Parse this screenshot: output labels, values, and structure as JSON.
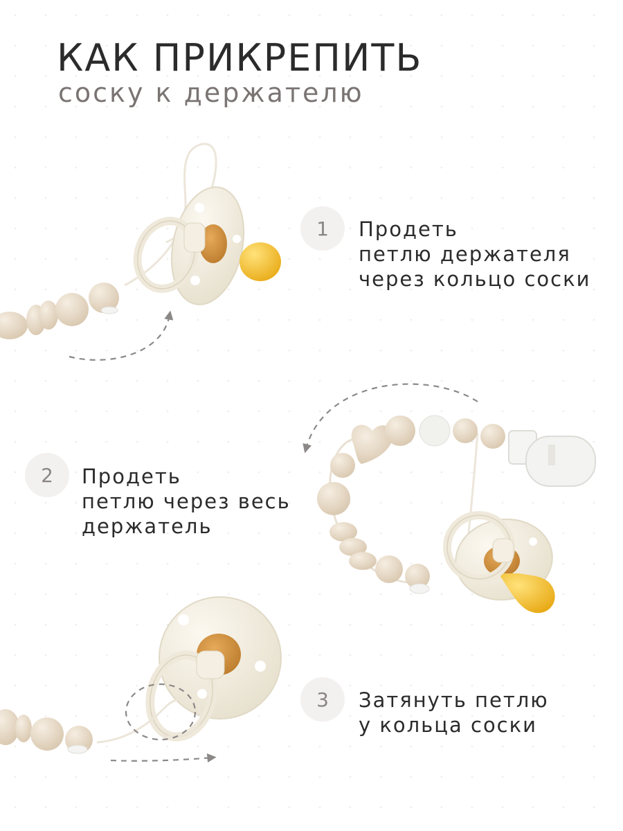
{
  "header": {
    "title": "КАК ПРИКРЕПИТЬ",
    "subtitle": "соску к держателю"
  },
  "steps": [
    {
      "number": "1",
      "lines": [
        "Продеть",
        "петлю держателя",
        "через кольцо соски"
      ]
    },
    {
      "number": "2",
      "lines": [
        "Продеть",
        "петлю через весь",
        "держатель"
      ]
    },
    {
      "number": "3",
      "lines": [
        "Затянуть петлю",
        "у кольца соски"
      ]
    }
  ],
  "colors": {
    "title": "#2b2b2b",
    "subtitle": "#7a7473",
    "badge_bg": "#f3f1f0",
    "badge_text": "#8a8584",
    "beads": "#e6d9c6",
    "pacifier": "#f1ecdd",
    "nipple_yellow": "#f3c52a",
    "nipple_amber": "#c98a3a",
    "arrow": "#8c8888"
  },
  "icons": [
    "pacifier-illustration",
    "bead-chain-illustration",
    "clip-illustration",
    "dashed-arrow-icon"
  ]
}
